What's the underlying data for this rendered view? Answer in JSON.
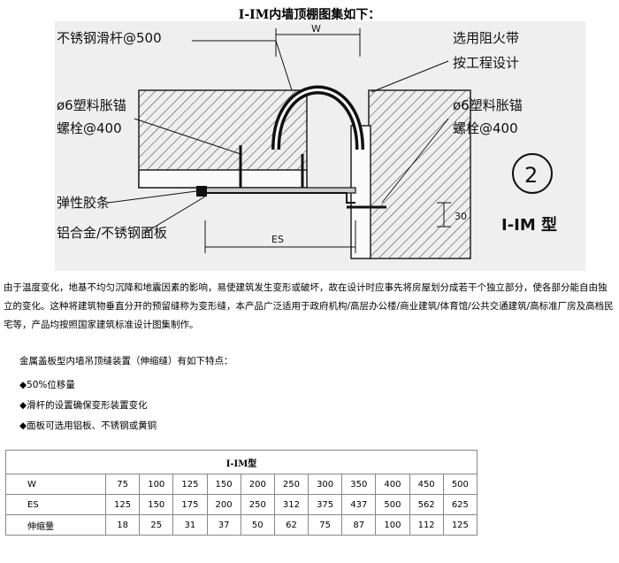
{
  "title": "I-IM内墙顶棚图集如下：",
  "drawing": {
    "label_rod": "不锈钢滑杆@500",
    "label_w": "W",
    "label_fire_1": "选用阻火带",
    "label_fire_2": "按工程设计",
    "label_anchor_left_1": "ø6塑料胀锚",
    "label_anchor_left_2": "螺栓@400",
    "label_anchor_right_1": "ø6塑料胀锚",
    "label_anchor_right_2": "螺栓@400",
    "label_rubber": "弹性胶条",
    "label_panel": "铝合金/不锈钢面板",
    "label_es": "ES",
    "label_30": "30",
    "label_circle": "2",
    "label_type": "I-IM 型"
  },
  "paragraph": "由于温度变化，地基不均匀沉降和地震因素的影响，易使建筑发生变形或破坏，故在设计时应事先将房屋划分成若干个独立部分，使各部分能自由独立的变化。这种将建筑物垂直分开的预留缝称为变形缝，本产品广泛适用于政府机构/高层办公楼/商业建筑/体育馆/公共交通建筑/高标准厂房及高档民宅等，产品均按照国家建筑标准设计图集制作。",
  "features_intro": "金属盖板型内墙吊顶缝装置（伸缩缝）有如下特点：",
  "features": [
    "◆50%位移量",
    "◆滑杆的设置确保变形装置变化",
    "◆面板可选用铝板、不锈钢或黄铜"
  ],
  "table": {
    "title": "I-IM型",
    "rows": [
      {
        "label": "W",
        "values": [
          "75",
          "100",
          "125",
          "150",
          "200",
          "250",
          "300",
          "350",
          "400",
          "450",
          "500"
        ]
      },
      {
        "label": "ES",
        "values": [
          "125",
          "150",
          "175",
          "200",
          "250",
          "312",
          "375",
          "437",
          "500",
          "562",
          "625"
        ]
      },
      {
        "label": "伸缩量",
        "values": [
          "18",
          "25",
          "31",
          "37",
          "50",
          "62",
          "75",
          "87",
          "100",
          "112",
          "125"
        ]
      }
    ]
  }
}
